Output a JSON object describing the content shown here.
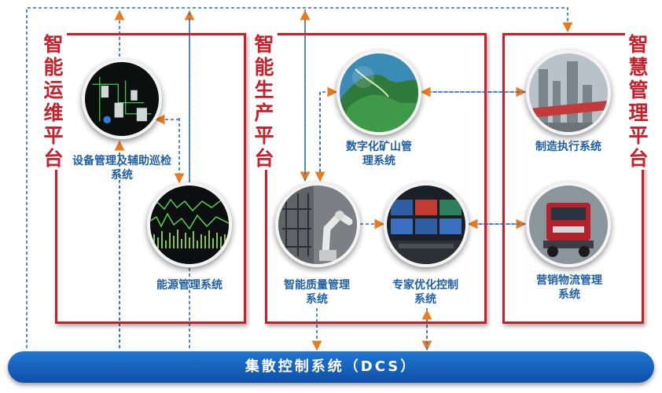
{
  "platforms": {
    "ops": "智能运维平台",
    "production": "智能生产平台",
    "smart_mgmt": "智慧管理平台"
  },
  "systems": {
    "equipment": "设备管理及辅助巡检系统",
    "energy": "能源管理系统",
    "mine": "数字化矿山管理系统",
    "quality": "智能质量管理系统",
    "expert": "专家优化控制系统",
    "mes": "制造执行系统",
    "logistics": "营销物流管理系统"
  },
  "dcs": "集散控制系统（DCS）",
  "colors": {
    "platform_border": "#c8202a",
    "label_blue": "#1f5fa8",
    "arrow_orange": "#ea7a1e",
    "line_blue": "#2a6fc4",
    "dcs_bar": "#1563c0"
  },
  "icons": {
    "equipment": "control-room-screen-icon",
    "energy": "oscilloscope-icon",
    "mine": "aerial-mine-icon",
    "quality": "robot-arm-icon",
    "expert": "monitor-wall-icon",
    "mes": "cement-plant-icon",
    "logistics": "truck-icon"
  }
}
